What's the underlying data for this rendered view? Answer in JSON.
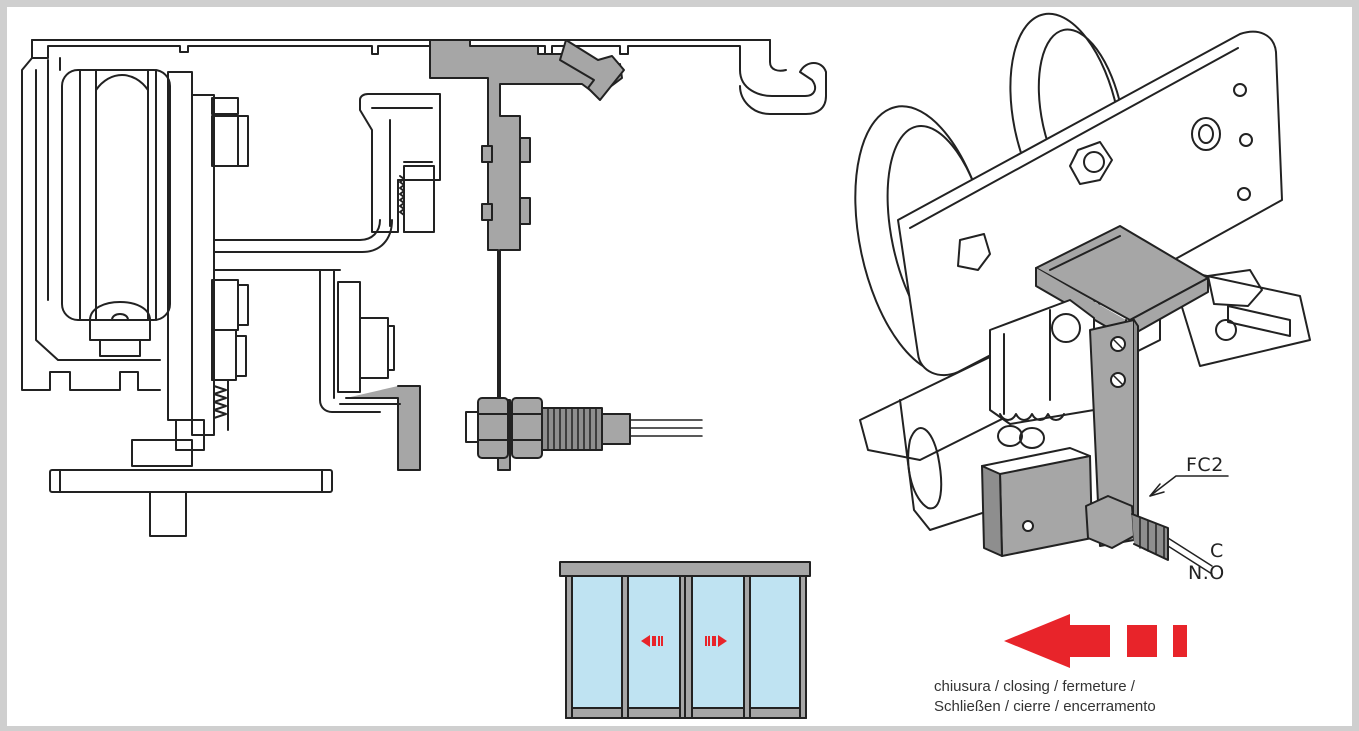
{
  "labels": {
    "fc2": "FC2",
    "contact_c": "C",
    "contact_no": "N.O"
  },
  "caption": {
    "line1": "chiusura / closing / fermeture /",
    "line2": "Schließen / cierre / encerramento"
  },
  "colors": {
    "frame": "#cfcfcf",
    "outline": "#222222",
    "part_gray": "#a6a6a6",
    "glass": "#bfe3f2",
    "arrow_red": "#e8242a"
  },
  "icons": {
    "section_view": "track-section-drawing",
    "iso_view": "carriage-isometric-drawing",
    "door": "sliding-door-icon",
    "direction": "closing-direction-arrow"
  }
}
